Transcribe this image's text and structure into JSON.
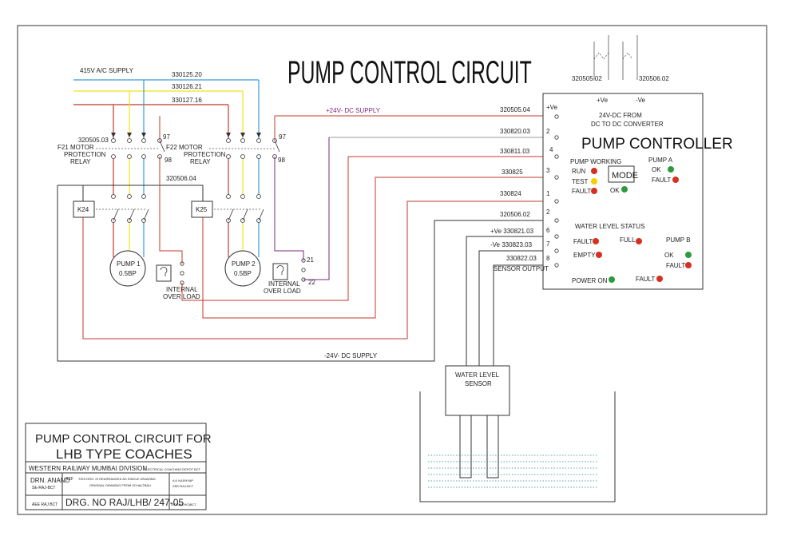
{
  "title": "PUMP CONTROL CIRCUIT",
  "supply": {
    "ac_label": "415V A/C SUPPLY",
    "phase_1": "330125.20",
    "phase_2": "330126.21",
    "phase_3": "330127.16",
    "dc_top": "+24V- DC SUPPLY",
    "dc_bottom": "-24V- DC SUPPLY"
  },
  "motor_protection": {
    "f21_wire": "320505.03",
    "f21_label": "F21  MOTOR",
    "f21_sub1": "PROTECTION",
    "f21_sub2": "RELAY",
    "f22_label": "F22  MOTOR",
    "f22_sub1": "PROTECTION",
    "f22_sub2": "RELAY",
    "k24_wire": "320506.04",
    "aux_97_a": "97",
    "aux_98_a": "98",
    "aux_97_b": "97",
    "aux_98_b": "98"
  },
  "contactors": {
    "k24": "K24",
    "k25": "K25"
  },
  "pumps": [
    {
      "name": "PUMP 1",
      "rating": "0.5BP"
    },
    {
      "name": "PUMP 2",
      "rating": "0.5BP"
    }
  ],
  "overload": {
    "line1": "INTERNAL",
    "line2": "OVER LOAD",
    "line1_b": "INTERNAL",
    "line2_b": "OVER LOAD",
    "term_21": "21",
    "term_22": "22"
  },
  "converter": {
    "wire_left": "320505.02",
    "wire_right": "320506.02",
    "pos": "+Ve",
    "neg": "-Ve",
    "line1": "24V-DC FROM",
    "line2": "DC TO DC CONVERTER"
  },
  "controller": {
    "title": "PUMP CONTROLLER",
    "pump_working": "PUMP WORKING",
    "run": "RUN",
    "test": "TEST",
    "fault": "FAULT",
    "mode": "MODE",
    "ok_mode": "OK",
    "pump_a": "PUMP A",
    "pump_a_ok": "OK",
    "pump_a_fault": "FAULT",
    "water_status": "WATER LEVEL STATUS",
    "wl_fault": "FAULT",
    "wl_full": "FULL",
    "wl_empty": "EMPTY",
    "pump_b": "PUMP B",
    "pump_b_ok": "OK",
    "pump_b_fault": "FAULT",
    "power_on": "POWER ON",
    "power_fault": "FAULT"
  },
  "terminals": [
    {
      "wire": "320505.04",
      "pin": "+Ve"
    },
    {
      "wire": "330820.03",
      "pin": "2"
    },
    {
      "wire": "330811.03",
      "pin": "4"
    },
    {
      "wire": "330825",
      "pin": "3"
    },
    {
      "wire": "330824",
      "pin": "1"
    },
    {
      "wire": "320506.02",
      "pin": "2"
    },
    {
      "wire": "+Ve  330821.03",
      "pin": "6"
    },
    {
      "wire": "-Ve  330823.03",
      "pin": "7"
    },
    {
      "wire": "330822.03",
      "pin": "8"
    }
  ],
  "sensor_output": "SENSOR OUTPUT",
  "sensor": {
    "line1": "WATER LEVEL",
    "line2": "SENSOR"
  },
  "title_block": {
    "title1": "PUMP CONTROL CIRCUIT FOR",
    "title2": "LHB TYPE COACHES",
    "division": "WESTERN RAILWAY MUMBAI DIVISION",
    "division_sub": "ELECTRICAL COACHING DEPOT BCT",
    "drawn": "DRN. ANAND",
    "drawn_sub": "SE-RAJ-BCT",
    "note_tag": "REF",
    "note1": "THIS DRG. IS REARRANGED AS SINGLE DRAWING",
    "note2": "ORIGINAL DRAWING FROM SCHALTBAU",
    "checked": "A K KASHYAP",
    "checked_sub": "SSE-RAJ-BCT",
    "approver": "AEE RAJ BCT",
    "drg_no": "DRG. NO RAJ/LHB/ 247-05",
    "sign": "SrDEE(CHG)BCT"
  },
  "colors": {
    "red": "#c0392b",
    "yellow": "#f2e21a",
    "blue": "#3a9ad9",
    "purple": "#7a2a7a",
    "led_red": "#d63020",
    "led_yellow": "#f0d000",
    "led_green": "#2e9a3e",
    "water": "#1f8a8a"
  }
}
